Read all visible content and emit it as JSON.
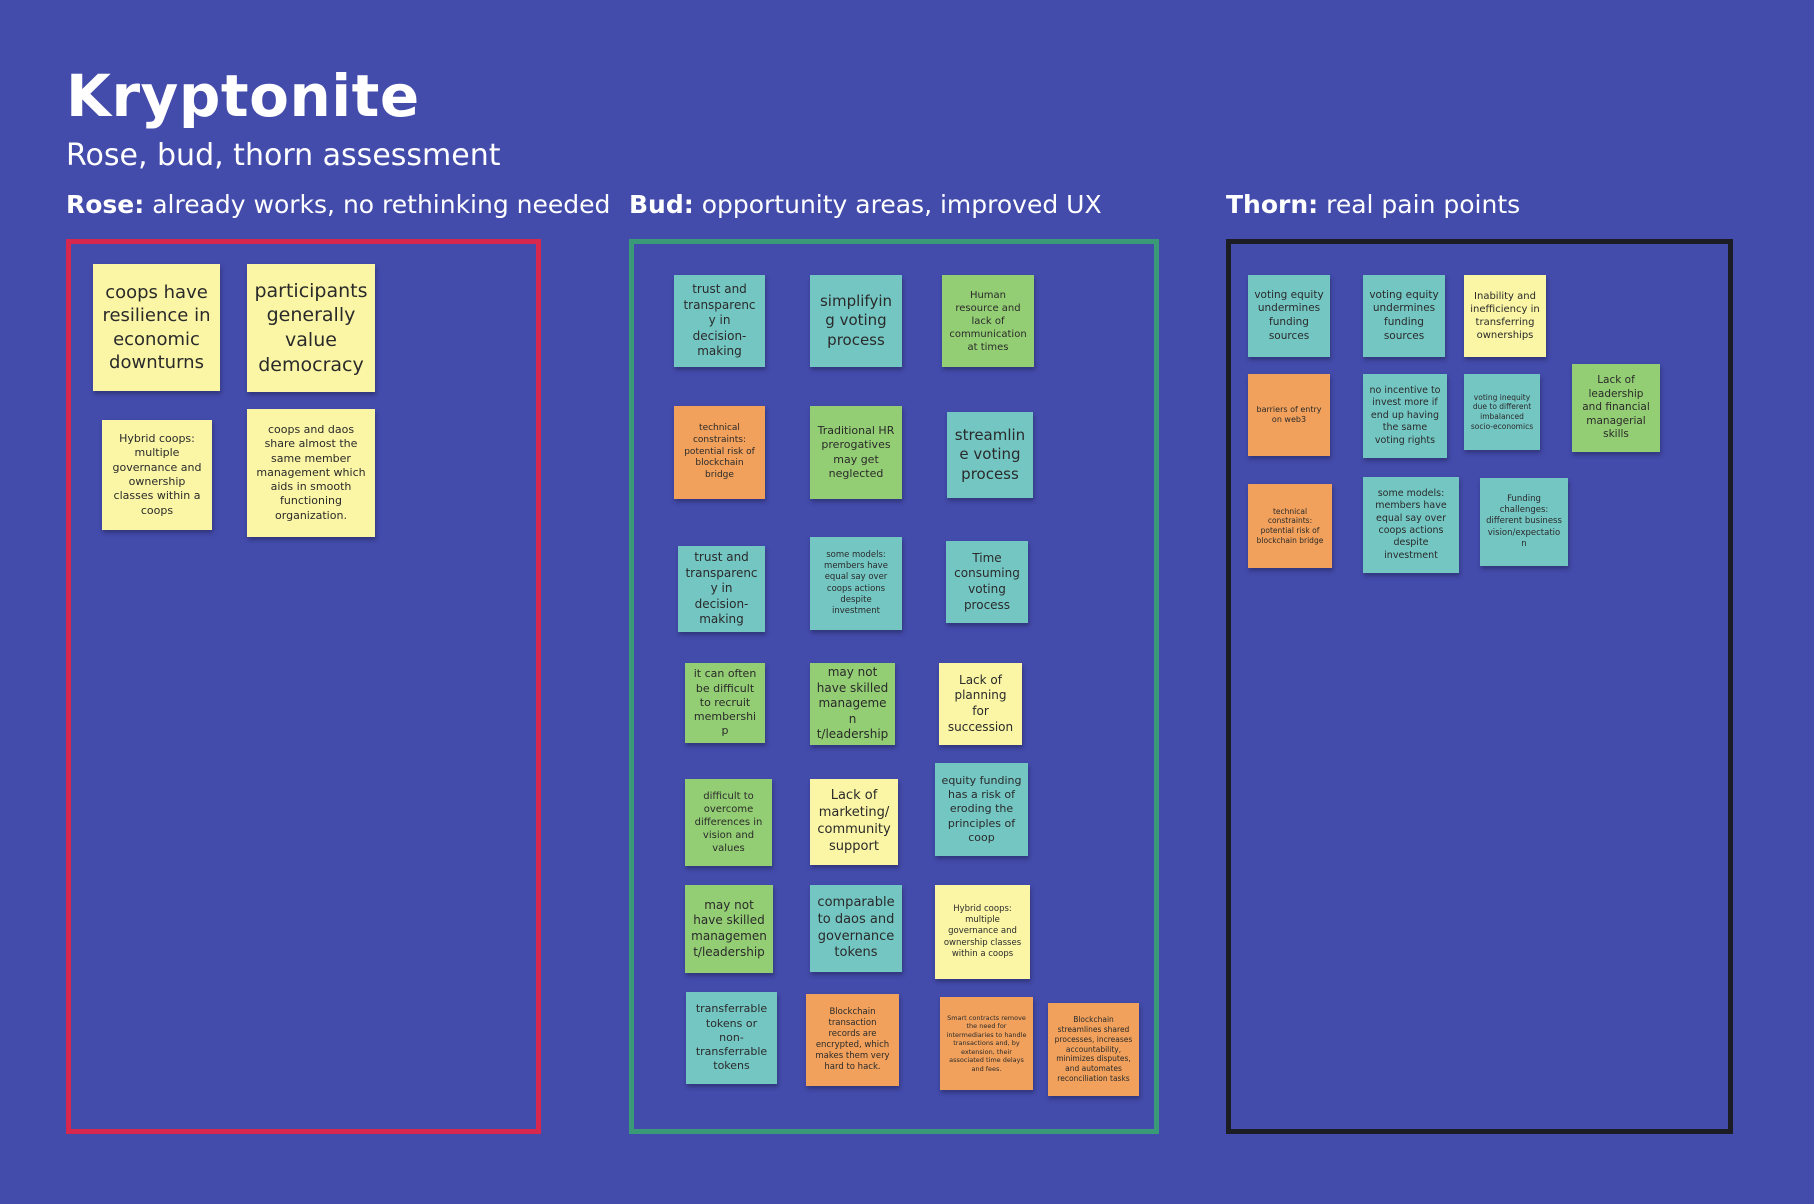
{
  "board": {
    "title": "Kryptonite",
    "subtitle": "Rose, bud, thorn assessment"
  },
  "colors": {
    "background": "#434bab",
    "rose_frame": "#d6284f",
    "bud_frame": "#3a9a78",
    "thorn_frame": "#1c1c24",
    "note_yellow": "#fbf6a6",
    "note_teal": "#74c6c3",
    "note_green": "#94ce74",
    "note_orange": "#f1a15c"
  },
  "sections": {
    "rose": {
      "label": "Rose:",
      "description": "already works, no rethinking needed"
    },
    "bud": {
      "label": "Bud:",
      "description": "opportunity areas, improved UX"
    },
    "thorn": {
      "label": "Thorn:",
      "description": "real pain points"
    }
  },
  "rose_notes": [
    {
      "text": "coops have resilience in economic downturns",
      "color": "yellow"
    },
    {
      "text": "participants generally value democracy",
      "color": "yellow"
    },
    {
      "text": "Hybrid coops: multiple governance and ownership classes within a coops",
      "color": "yellow"
    },
    {
      "text": "coops and daos share almost the same member management which aids in smooth functioning organization.",
      "color": "yellow"
    }
  ],
  "bud_notes": [
    {
      "text": "trust and transparency in decision-making",
      "color": "teal"
    },
    {
      "text": "simplifying voting process",
      "color": "teal"
    },
    {
      "text": "Human resource and lack of communication at times",
      "color": "green"
    },
    {
      "text": "technical constraints: potential risk of blockchain bridge",
      "color": "orange"
    },
    {
      "text": "Traditional HR prerogatives may get neglected",
      "color": "green"
    },
    {
      "text": "streamline voting process",
      "color": "teal"
    },
    {
      "text": "trust and transparency in decision-making",
      "color": "teal"
    },
    {
      "text": "some models: members have equal say over coops actions despite investment",
      "color": "teal"
    },
    {
      "text": "Time consuming voting process",
      "color": "teal"
    },
    {
      "text": "it can often be difficult to recruit membership",
      "color": "green"
    },
    {
      "text": "may not have skilled managemen t/leadership",
      "color": "green"
    },
    {
      "text": "Lack of planning for succession",
      "color": "yellow"
    },
    {
      "text": "difficult to overcome differences in vision and values",
      "color": "green"
    },
    {
      "text": "Lack of marketing/ community support",
      "color": "yellow"
    },
    {
      "text": "equity funding has a risk of eroding the principles of coop",
      "color": "teal"
    },
    {
      "text": "may not have skilled managemen t/leadership",
      "color": "green"
    },
    {
      "text": "comparable to daos and governance tokens",
      "color": "teal"
    },
    {
      "text": "Hybrid coops: multiple governance and ownership classes within a coops",
      "color": "yellow"
    },
    {
      "text": "transferrable tokens or non-transferrable tokens",
      "color": "teal"
    },
    {
      "text": "Blockchain transaction records are encrypted, which makes them very hard to hack.",
      "color": "orange"
    },
    {
      "text": "Smart contracts remove the need for intermediaries to handle transactions and, by extension, their associated time delays and fees.",
      "color": "orange"
    },
    {
      "text": "Blockchain streamlines shared processes, increases accountability, minimizes disputes, and automates reconciliation tasks",
      "color": "orange"
    }
  ],
  "thorn_notes": [
    {
      "text": "voting equity undermines funding sources",
      "color": "teal"
    },
    {
      "text": "voting equity undermines funding sources",
      "color": "teal"
    },
    {
      "text": "Inability and inefficiency in transferring ownerships",
      "color": "yellow"
    },
    {
      "text": "barriers of entry on web3",
      "color": "orange"
    },
    {
      "text": "no incentive to invest more if end up having the same voting rights",
      "color": "teal"
    },
    {
      "text": "voting inequity due to different imbalanced socio-economics",
      "color": "teal"
    },
    {
      "text": "Lack of leadership and financial managerial skills",
      "color": "green"
    },
    {
      "text": "technical constraints: potential risk of blockchain bridge",
      "color": "orange"
    },
    {
      "text": "some models: members have equal say over coops actions despite investment",
      "color": "teal"
    },
    {
      "text": "Funding challenges: different business vision/expectation",
      "color": "teal"
    }
  ]
}
